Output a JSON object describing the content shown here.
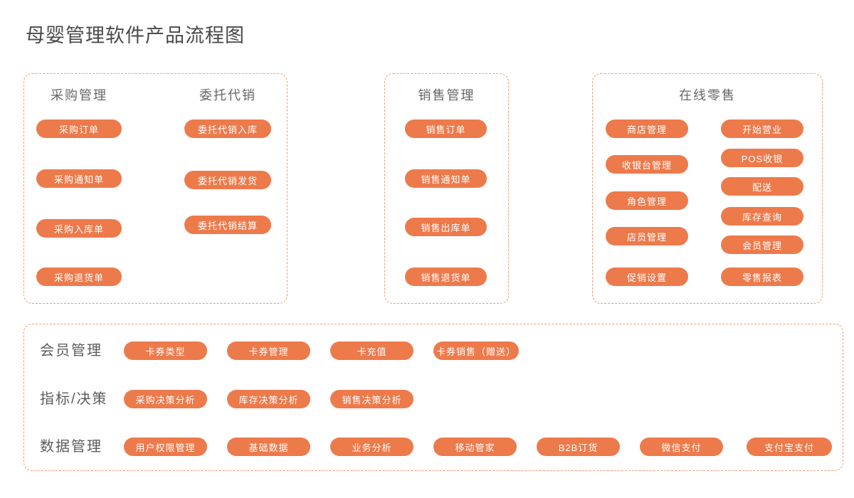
{
  "title": "母婴管理软件产品流程图",
  "colors": {
    "pill_background": "#ed7a4b",
    "pill_text": "#ffffff",
    "panel_border": "#f09b79",
    "title_text": "#4a4a4a",
    "header_text": "#666666",
    "label_text": "#5c5c5c"
  },
  "procurement": {
    "header_left": "采购管理",
    "header_right": "委托代销",
    "left_items": [
      "采购订单",
      "采购通知单",
      "采购入库单",
      "采购退货单"
    ],
    "right_items": [
      "委托代销入库",
      "委托代销发货",
      "委托代销结算"
    ]
  },
  "sales": {
    "header": "销售管理",
    "items": [
      "销售订单",
      "销售通知单",
      "销售出库单",
      "销售退货单"
    ]
  },
  "retail": {
    "header": "在线零售",
    "left_items": [
      "商店管理",
      "收银台管理",
      "角色管理",
      "店员管理",
      "促销设置"
    ],
    "right_items": [
      "开始营业",
      "POS收银",
      "配送",
      "库存查询",
      "会员管理",
      "零售报表"
    ]
  },
  "bottom": {
    "rows": [
      {
        "label": "会员管理",
        "items": [
          "卡券类型",
          "卡券管理",
          "卡充值",
          "卡券销售（赠送）"
        ]
      },
      {
        "label": "指标/决策",
        "items": [
          "采购决策分析",
          "库存决策分析",
          "销售决策分析"
        ]
      },
      {
        "label": "数据管理",
        "items": [
          "用户权限管理",
          "基础数据",
          "业务分析",
          "移动管家",
          "B2B订货",
          "微信支付",
          "支付宝支付"
        ]
      }
    ]
  }
}
